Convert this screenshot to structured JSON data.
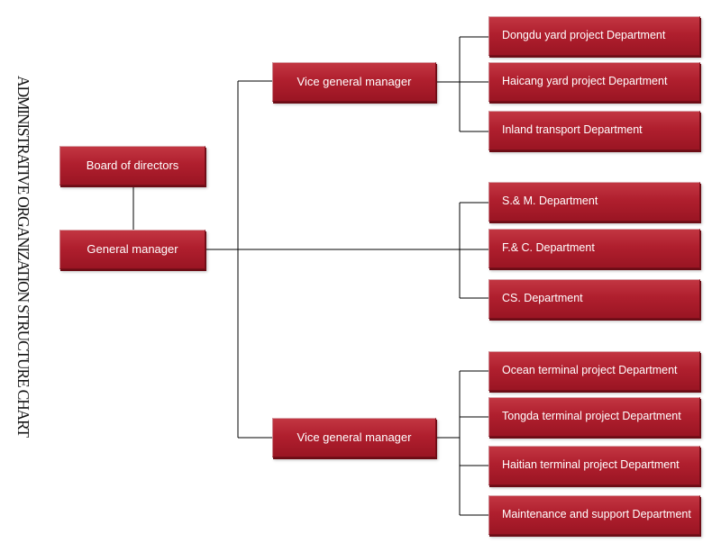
{
  "chart_title": "ADMINISTRATIVE ORGANIZATION STRUCTURE CHART",
  "board": "Board of directors",
  "general_manager": "General manager",
  "vgm_top": {
    "label": "Vice general manager",
    "departments": [
      "Dongdu yard project Department",
      "Haicang yard project Department",
      "Inland transport Department"
    ]
  },
  "gm_direct": {
    "departments": [
      "S.& M. Department",
      "F.& C. Department",
      "CS. Department"
    ]
  },
  "vgm_bottom": {
    "label": "Vice general manager",
    "departments": [
      "Ocean terminal project Department",
      "Tongda terminal project Department",
      "Haitian terminal project Department",
      "Maintenance and support Department"
    ]
  },
  "colors": {
    "box_fill": "#b01f2e",
    "box_text": "#ffffff",
    "connector": "#000000"
  }
}
